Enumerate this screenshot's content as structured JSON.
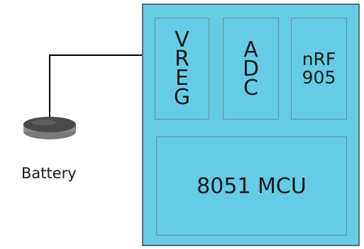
{
  "blocks": {
    "vreg": [
      "V",
      "R",
      "E",
      "G"
    ],
    "adc": [
      "A",
      "D",
      "C"
    ],
    "nrf": [
      "nRF",
      "905"
    ],
    "mcu": "8051 MCU"
  },
  "battery_label": "Battery",
  "colors": {
    "chip_fill": "#66cce6",
    "chip_border": "#5e6a72",
    "wire": "#000000",
    "battery_top": "#4a4a4a",
    "battery_side": "#9a9a9a"
  }
}
